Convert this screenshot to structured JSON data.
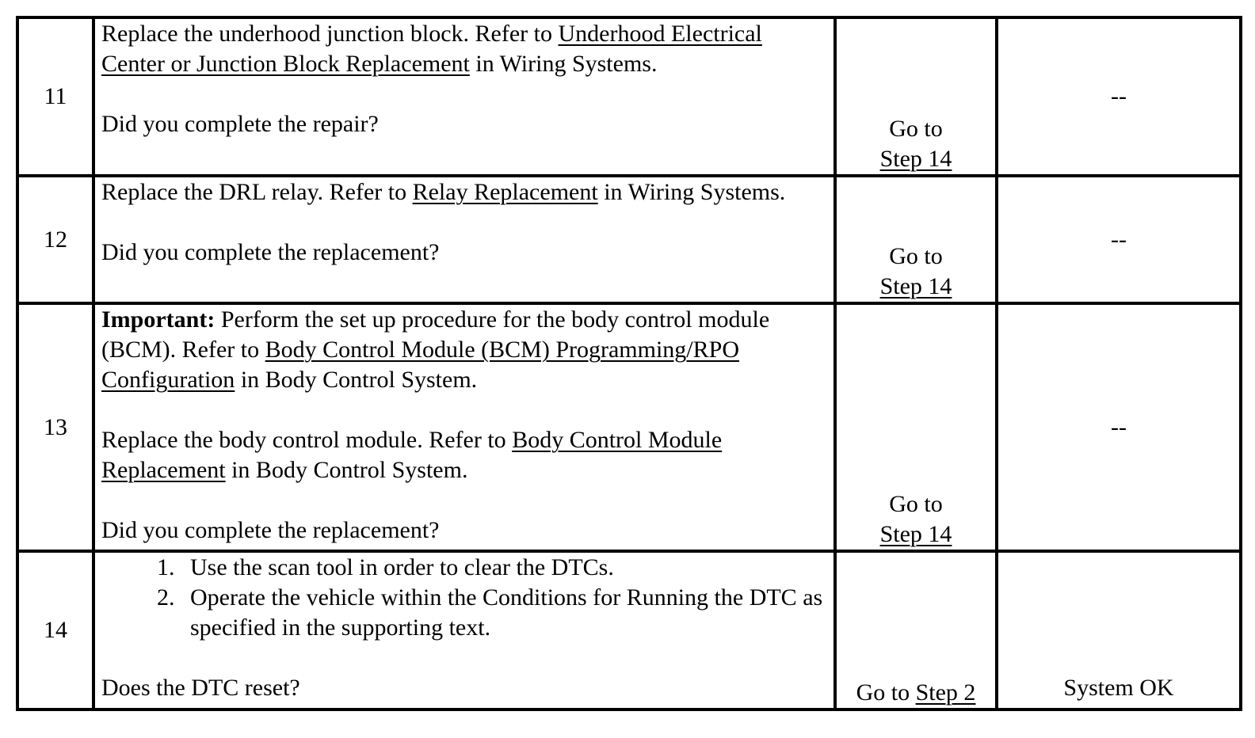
{
  "rows": [
    {
      "num": "11",
      "p1_a": "Replace the underhood junction block. Refer to ",
      "p1_link": "Underhood Electrical Center or Junction Block Replacement",
      "p1_b": " in Wiring Systems.",
      "question": "Did you complete the repair?",
      "yes_a": "Go to",
      "yes_link": "Step 14",
      "no": "--"
    },
    {
      "num": "12",
      "p1_a": "Replace the DRL relay. Refer to ",
      "p1_link": "Relay Replacement",
      "p1_b": " in Wiring Systems.",
      "question": "Did you complete the replacement?",
      "yes_a": "Go to",
      "yes_link": "Step 14",
      "no": "--"
    },
    {
      "num": "13",
      "important_label": "Important:",
      "p1_a": " Perform the set up procedure for the body control module (BCM). Refer to ",
      "p1_link": "Body Control Module (BCM) Programming/RPO Configuration",
      "p1_b": " in Body Control System.",
      "p2_a": "Replace the body control module. Refer to ",
      "p2_link": "Body Control Module Replacement",
      "p2_b": " in Body Control System.",
      "question": "Did you complete the replacement?",
      "yes_a": "Go to",
      "yes_link": "Step 14",
      "no": "--"
    },
    {
      "num": "14",
      "list": [
        "Use the scan tool in order to clear the DTCs.",
        "Operate the vehicle within the Conditions for Running the DTC as specified in the supporting text."
      ],
      "question": "Does the DTC reset?",
      "yes_a": "Go to ",
      "yes_link": "Step 2",
      "no": "System OK"
    }
  ]
}
